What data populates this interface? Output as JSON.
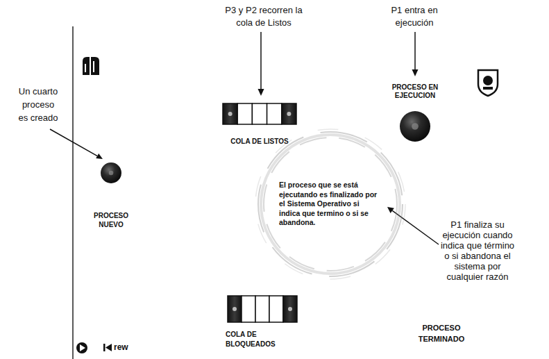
{
  "diagram": {
    "nodes": [
      {
        "text": [
          "COLA DE LISTOS"
        ]
      },
      {
        "text": [
          "PROCESO EN EJECUCION"
        ]
      },
      {
        "text": [
          "PROCESO NUEVO"
        ]
      },
      {
        "text": [
          "El proceso que se está ejecutando es finalizado por el Sistema Operativo si indica que termino o si se abandona."
        ]
      },
      {
        "text": [
          "COLA DE BLOQUEADOS"
        ]
      }
    ],
    "labels": [
      "P3 y P2 recorren la cola de Listos",
      "P1 entra en ejecución",
      "Un cuarto proceso es creado",
      "P1 finaliza su ejecución cuando indica que término o si abandona el sistema por cualquier razón",
      "PROCESO TERMINADO",
      "rew"
    ]
  }
}
